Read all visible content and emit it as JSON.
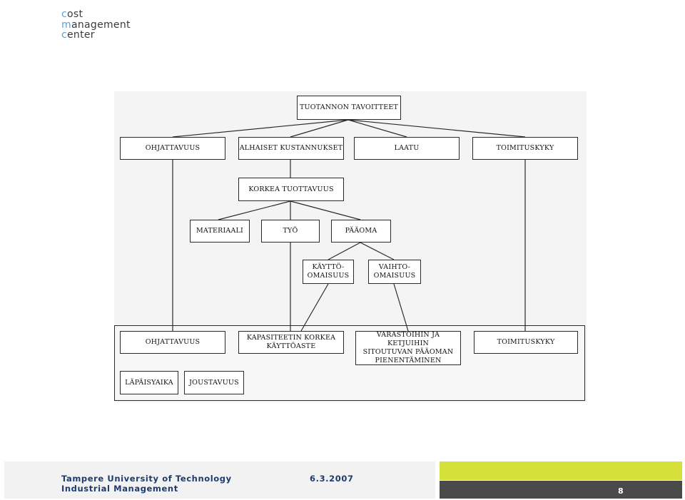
{
  "logo": {
    "lines": [
      {
        "initial": "c",
        "rest": "ost"
      },
      {
        "initial": "m",
        "rest": "anagement"
      },
      {
        "initial": "c",
        "rest": "enter"
      }
    ]
  },
  "diagram": {
    "root": "TUOTANNON TAVOITTEET",
    "goals": {
      "ohjattavuus": "OHJATTAVUUS",
      "alhaiset": "ALHAISET KUSTANNUKSET",
      "laatu": "LAATU",
      "toimituskyky": "TOIMITUSKYKY"
    },
    "korkea_tuottavuus": "KORKEA TUOTTAVUUS",
    "factors": {
      "materiaali": "MATERIAALI",
      "tyo": "TYÖ",
      "paaoma": "PÄÄOMA"
    },
    "capital": {
      "kaytto": "KÄYTTÖ-\nOMAISUUS",
      "vaihto": "VAIHTO-\nOMAISUUS"
    },
    "bottom": {
      "ohjattavuus": "OHJATTAVUUS",
      "kapasiteetti": "KAPASITEETIN KORKEA\nKÄYTTÖASTE",
      "varastot": "VARASTOIHIN JA KETJUIHIN\nSITOUTUVAN PÄÄOMAN\nPIENENTÄMINEN",
      "toimituskyky": "TOIMITUSKYKY",
      "lapaisyaika": "LÄPÄISYAIKA",
      "joustavuus": "JOUSTAVUUS"
    }
  },
  "footer": {
    "university": "Tampere University of Technology",
    "department": "Industrial Management",
    "date": "6.3.2007",
    "page": "8"
  },
  "colors": {
    "accent_blue": "#5aa0d8",
    "footer_green": "#d6e03a",
    "footer_dark": "#4a4a4a",
    "footer_text": "#1f3b6e"
  }
}
